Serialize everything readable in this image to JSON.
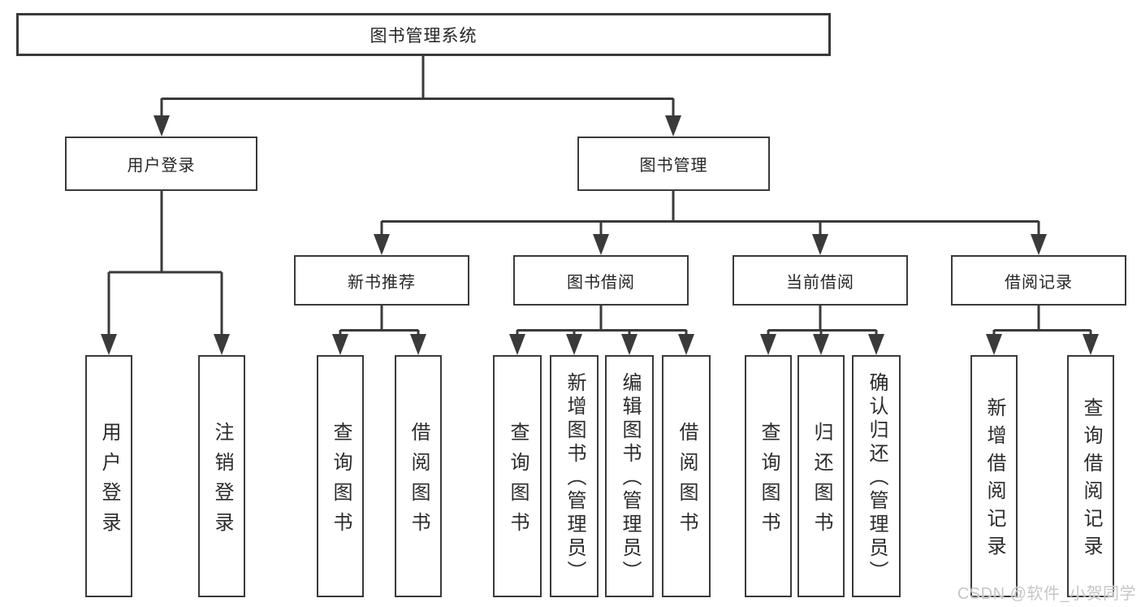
{
  "diagram": {
    "watermark": "CSDN @软件_小贺同学",
    "colors": {
      "line": "#3a3a3a",
      "box_border": "#3a3a3a",
      "text": "#262626",
      "watermark": "#c6c6c6",
      "background": "#ffffff"
    },
    "tree": {
      "label": "图书管理系统",
      "children": [
        {
          "label": "用户登录",
          "children": [
            {
              "label": "用户登录"
            },
            {
              "label": "注销登录"
            }
          ]
        },
        {
          "label": "图书管理",
          "children": [
            {
              "label": "新书推荐",
              "children": [
                {
                  "label": "查询图书"
                },
                {
                  "label": "借阅图书"
                }
              ]
            },
            {
              "label": "图书借阅",
              "children": [
                {
                  "label": "查询图书"
                },
                {
                  "label": "新增图书（管理员）"
                },
                {
                  "label": "编辑图书（管理员）"
                },
                {
                  "label": "借阅图书"
                }
              ]
            },
            {
              "label": "当前借阅",
              "children": [
                {
                  "label": "查询图书"
                },
                {
                  "label": "归还图书"
                },
                {
                  "label": "确认归还（管理员）"
                }
              ]
            },
            {
              "label": "借阅记录",
              "children": [
                {
                  "label": "新增借阅记录"
                },
                {
                  "label": "查询借阅记录"
                }
              ]
            }
          ]
        }
      ]
    }
  }
}
